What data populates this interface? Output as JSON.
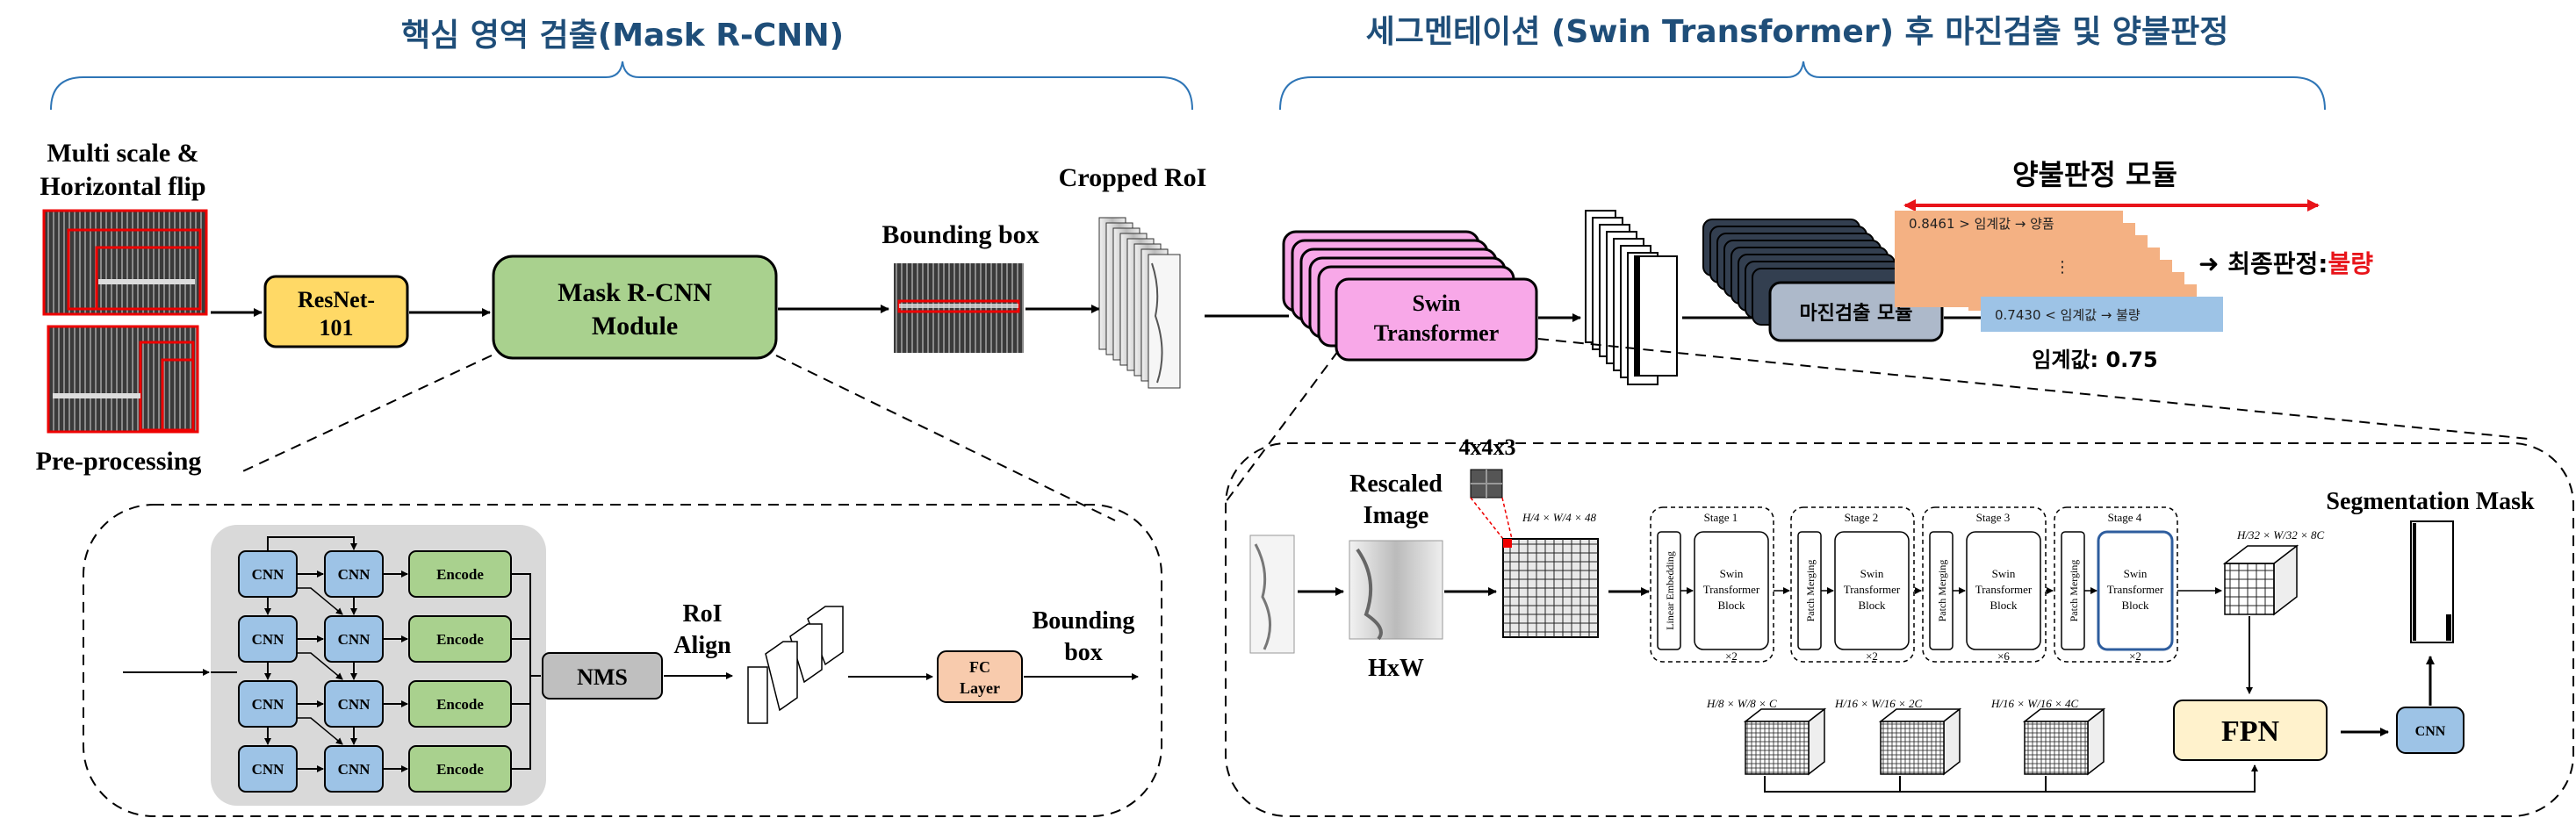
{
  "header": {
    "left_title": "핵심 영역 검출(Mask R-CNN)",
    "right_title": "세그멘테이션 (Swin Transformer) 후 마진검출 및 양불판정"
  },
  "left_pipeline": {
    "input_label_1": "Multi scale &",
    "input_label_2": "Horizontal flip",
    "preprocess_label": "Pre-processing",
    "resnet_1": "ResNet-",
    "resnet_2": "101",
    "maskrcnn_1": "Mask R-CNN",
    "maskrcnn_2": "Module",
    "bbox_label": "Bounding box",
    "cropped_label": "Cropped RoI"
  },
  "maskrcnn_detail": {
    "cnn": "CNN",
    "encode": "Encode",
    "nms": "NMS",
    "roi_1": "RoI",
    "roi_2": "Align",
    "fc_1": "FC",
    "fc_2": "Layer",
    "out_1": "Bounding",
    "out_2": "box"
  },
  "right_pipeline": {
    "swin_1": "Swin",
    "swin_2": "Transformer",
    "margin_module": "마진검출 모듈",
    "judge_title": "양불판정 모듈",
    "judge_line_top": "0.8461 > 임계값 → 양품",
    "judge_dots": "⋮",
    "judge_line_bottom": "0.7430 < 임계값 → 불량",
    "final_prefix": "➜ 최종판정:",
    "final_value": "불량",
    "threshold": "임계값: 0.75",
    "accent_red": "#e8141a",
    "result_orange": "#f4b183",
    "result_blue": "#9dc3e6"
  },
  "swin_detail": {
    "patch_size": "4x4x3",
    "rescaled_1": "Rescaled",
    "rescaled_2": "Image",
    "hw": "HxW",
    "stage_dims": "H/4 × W/4 × 48",
    "linear_embedding": "Linear Embedding",
    "patch_merging": "Patch Merging",
    "stages": [
      {
        "title": "Stage 1",
        "block": [
          "Swin",
          "Transformer",
          "Block"
        ],
        "mult": "×2"
      },
      {
        "title": "Stage 2",
        "block": [
          "Swin",
          "Transformer",
          "Block"
        ],
        "mult": "×2"
      },
      {
        "title": "Stage 3",
        "block": [
          "Swin",
          "Transformer",
          "Block"
        ],
        "mult": "×6"
      },
      {
        "title": "Stage 4",
        "block": [
          "Swin",
          "Transformer",
          "Block"
        ],
        "mult": "×2"
      }
    ],
    "feat_1": "H/8 × W/8 × C",
    "feat_2": "H/16 × W/16 × 2C",
    "feat_3": "H/16 × W/16 × 4C",
    "feat_4": "H/32 × W/32 × 8C",
    "fpn": "FPN",
    "cnn": "CNN",
    "seg_mask": "Segmentation Mask"
  }
}
